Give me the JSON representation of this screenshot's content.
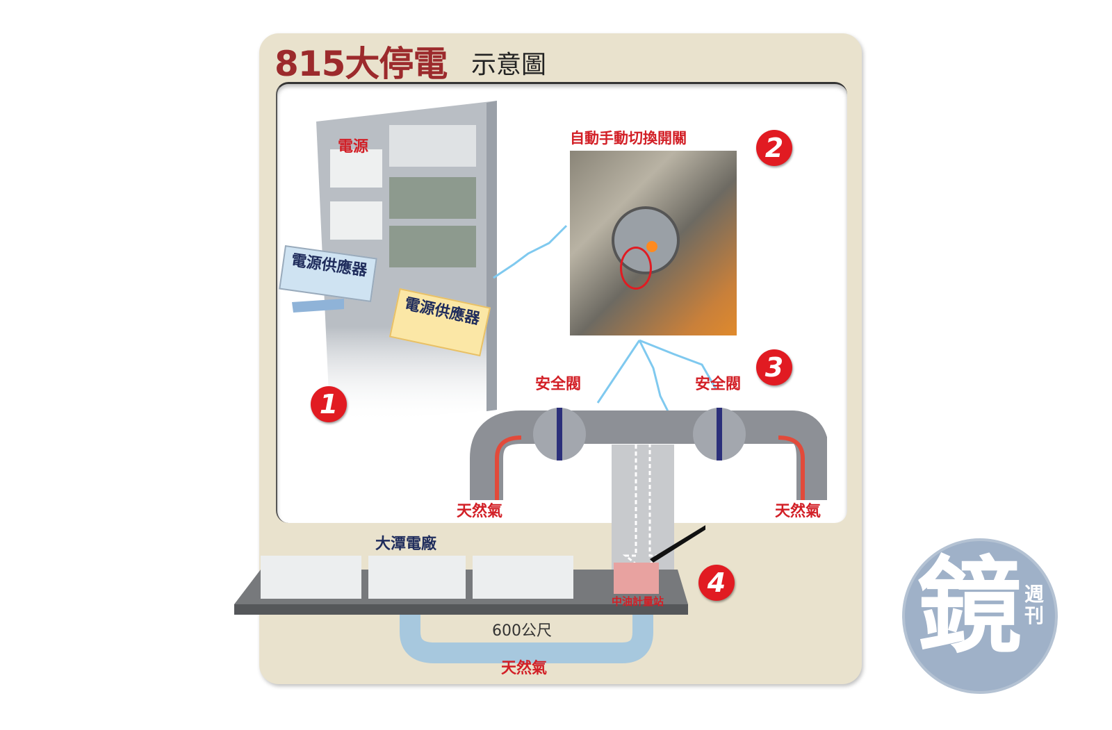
{
  "title": "815大停電",
  "subtitle": "示意圖",
  "labels": {
    "power": "電源",
    "psu_a": "電源供應器",
    "psu_b": "電源供應器",
    "switch": "自動手動切換開關",
    "valve_left": "安全閥",
    "valve_right": "安全閥",
    "gas_left": "天然氣",
    "gas_right": "天然氣",
    "plant": "大潭電廠",
    "station": "中油計量站",
    "distance": "600公尺",
    "gas_bottom": "天然氣"
  },
  "steps": [
    "1",
    "2",
    "3",
    "4"
  ],
  "logo": {
    "main": "鏡",
    "sub": "週刊"
  },
  "colors": {
    "title": "#9c2a2c",
    "label_red": "#d21f26",
    "badge": "#e11b22",
    "navy": "#1f2c5c"
  }
}
